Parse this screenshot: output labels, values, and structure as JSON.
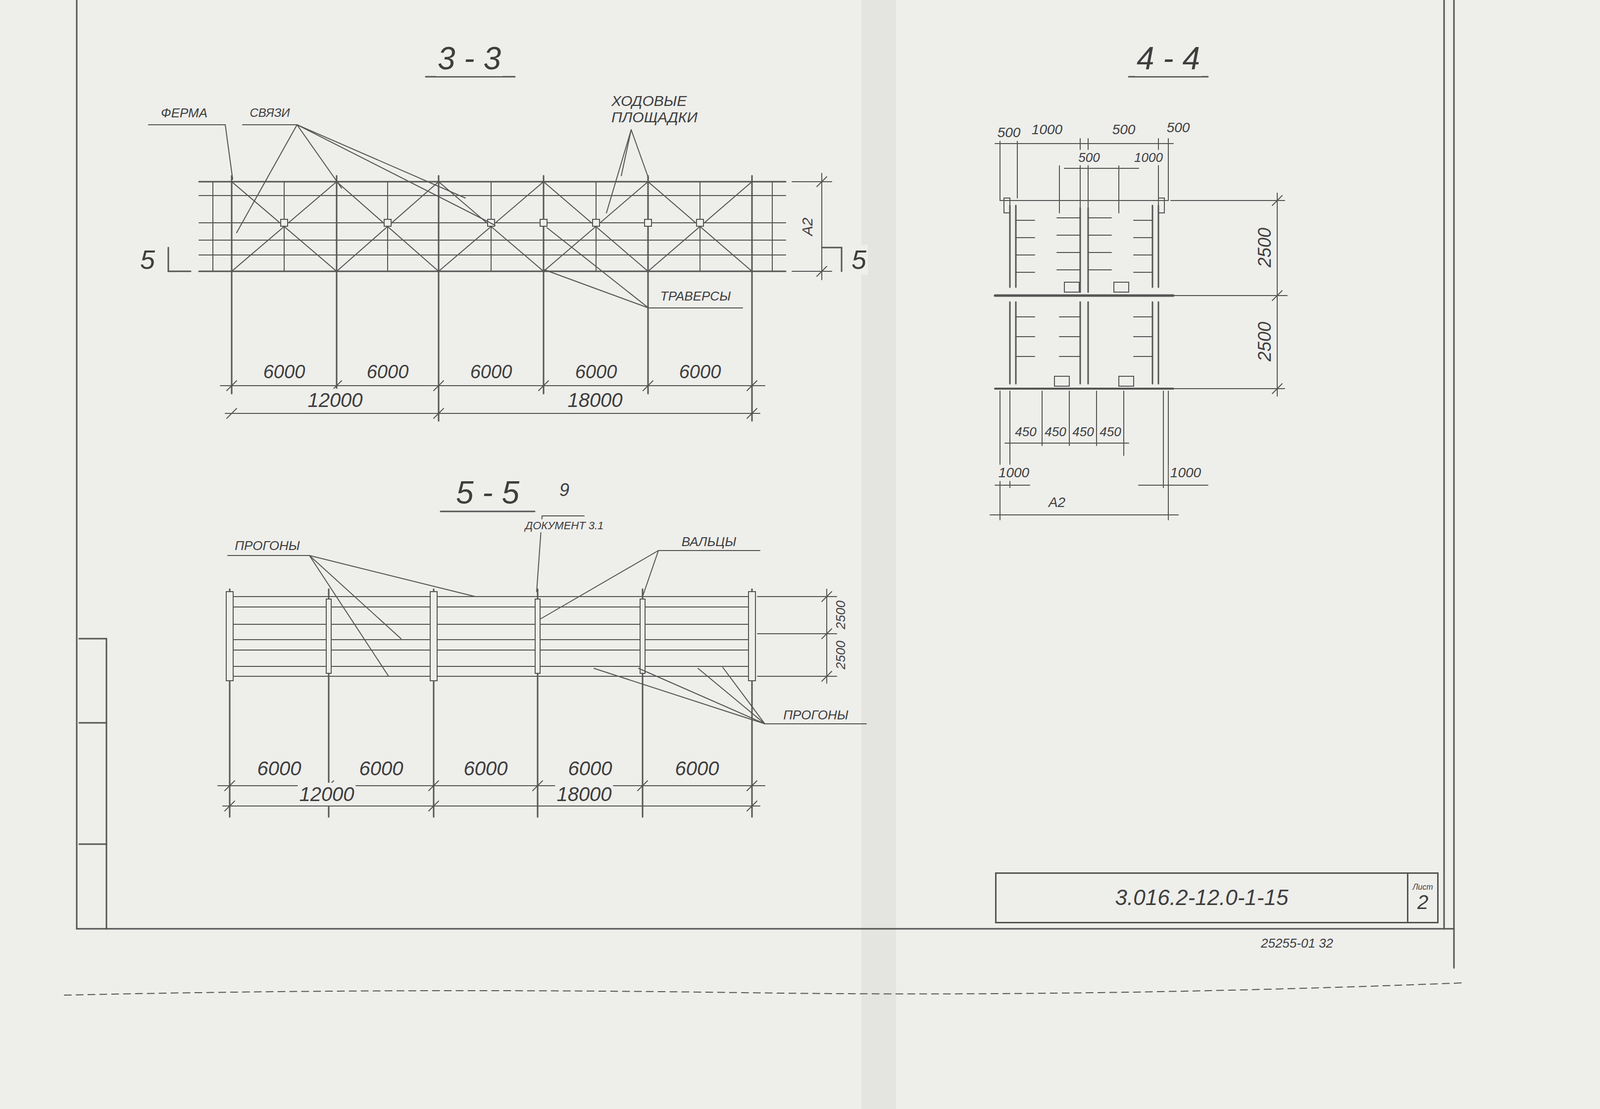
{
  "diagram": {
    "nodes": [
      {
        "text": [
          "3.016.2-12.0-1-15"
        ]
      },
      {
        "text": [
          "Лист",
          "2"
        ]
      }
    ],
    "labels": [
      "3 - 3",
      "ФЕРМА",
      "СВЯЗИ",
      "ХОДОВЫЕ ПЛОЩАДКИ",
      "ТРАВЕРСЫ",
      "5",
      "5",
      "А2",
      "6000",
      "6000",
      "6000",
      "6000",
      "6000",
      "12000",
      "18000",
      "5 - 5",
      "ПРОГОНЫ",
      "9",
      "ДОКУМЕНТ 3.1",
      "ВАЛЬЦЫ",
      "2500",
      "2500",
      "ПРОГОНЫ",
      "6000",
      "6000",
      "6000",
      "6000",
      "6000",
      "12000",
      "18000",
      "4 - 4",
      "500",
      "1000",
      "500",
      "500",
      "500",
      "1000",
      "2500",
      "2500",
      "450",
      "450",
      "450",
      "450",
      "1000",
      "1000",
      "А2",
      "25255-01 32"
    ]
  }
}
